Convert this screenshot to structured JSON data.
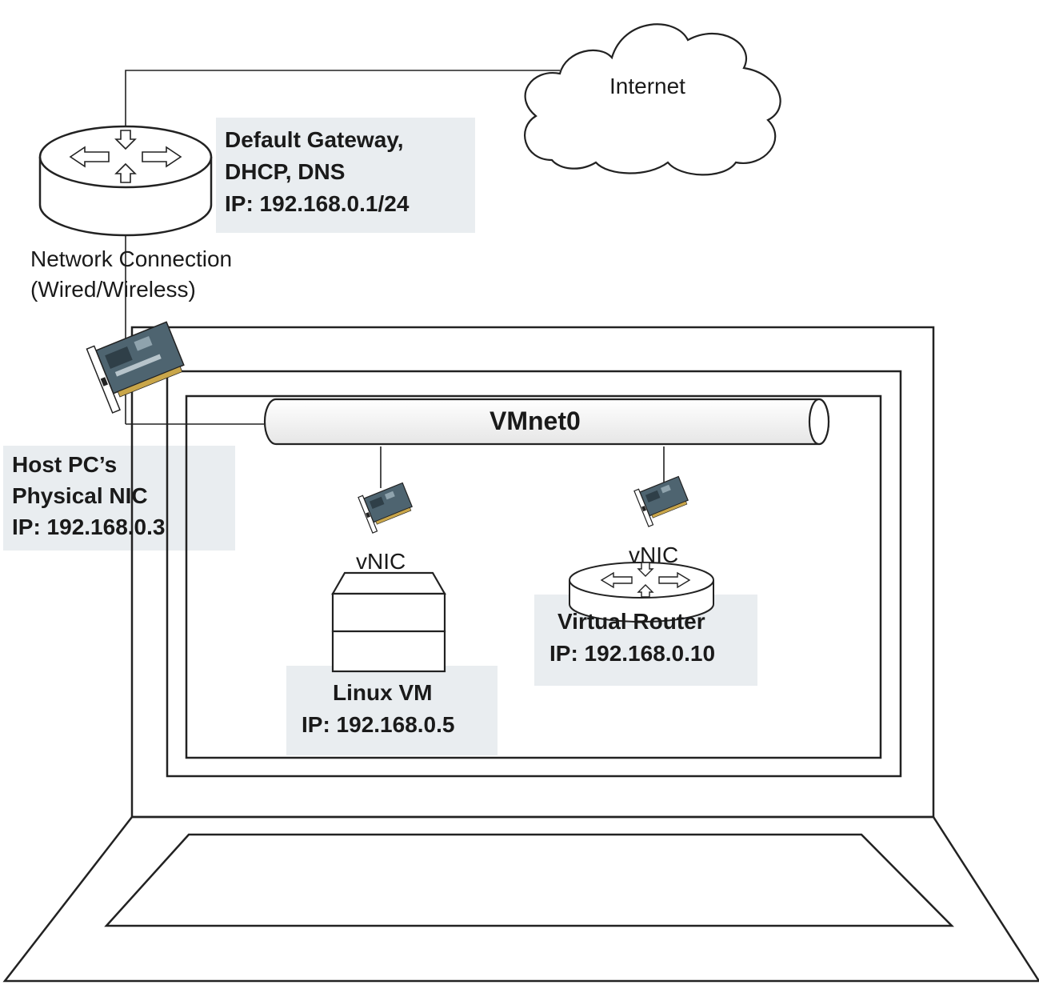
{
  "cloud": {
    "label": "Internet"
  },
  "gateway": {
    "lines": [
      "Default Gateway,",
      "DHCP, DNS",
      "IP: 192.168.0.1/24"
    ]
  },
  "connection": {
    "lines": [
      "Network Connection",
      "(Wired/Wireless)"
    ]
  },
  "host_nic": {
    "lines": [
      "Host PC’s",
      "Physical NIC",
      "IP: 192.168.0.3"
    ]
  },
  "vmnet": {
    "label": "VMnet0"
  },
  "linux_vm": {
    "vnic_label": "vNIC",
    "lines": [
      "Linux VM",
      "IP: 192.168.0.5"
    ]
  },
  "virtual_router": {
    "vnic_label": "vNIC",
    "lines": [
      "Virtual Router",
      "IP: 192.168.0.10"
    ]
  },
  "colors": {
    "label_box": "#e9edf0",
    "line": "#222222",
    "nic_board": "#4e6470"
  }
}
